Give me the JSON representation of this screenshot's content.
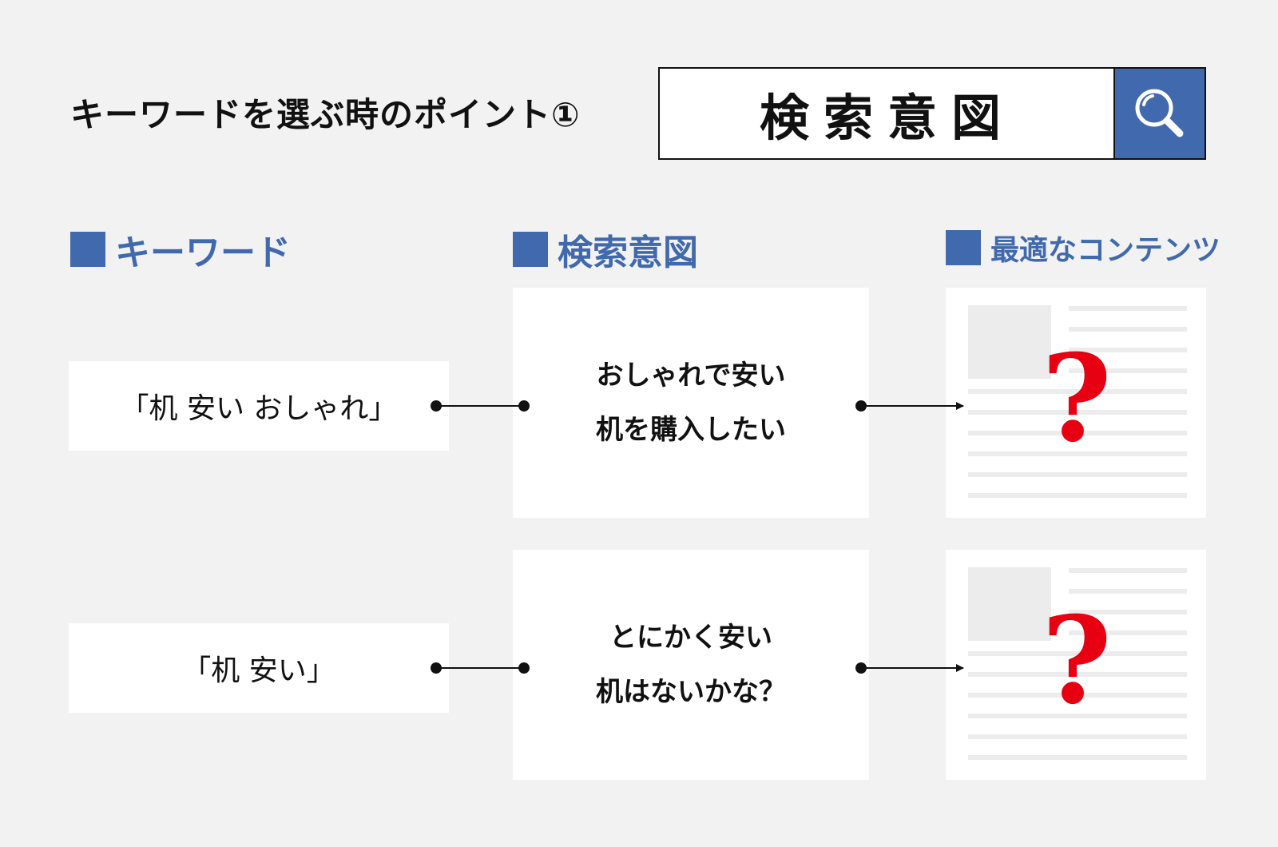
{
  "title": "キーワードを選ぶ時のポイント①",
  "search": {
    "text": "検索意図",
    "icon": "search-icon"
  },
  "columns": {
    "keyword": "キーワード",
    "intent": "検索意図",
    "content": "最適なコンテンツ"
  },
  "rows": [
    {
      "keyword": "「机  安い  おしゃれ」",
      "intent_line1": "おしゃれで安い",
      "intent_line2": "机を購入したい",
      "content_mark": "?"
    },
    {
      "keyword": "「机  安い」",
      "intent_line1": "とにかく安い",
      "intent_line2": "机はないかな？",
      "content_mark": "?"
    }
  ],
  "colors": {
    "accent": "#4169ad",
    "question": "#e60012",
    "background": "#f2f2f2"
  }
}
